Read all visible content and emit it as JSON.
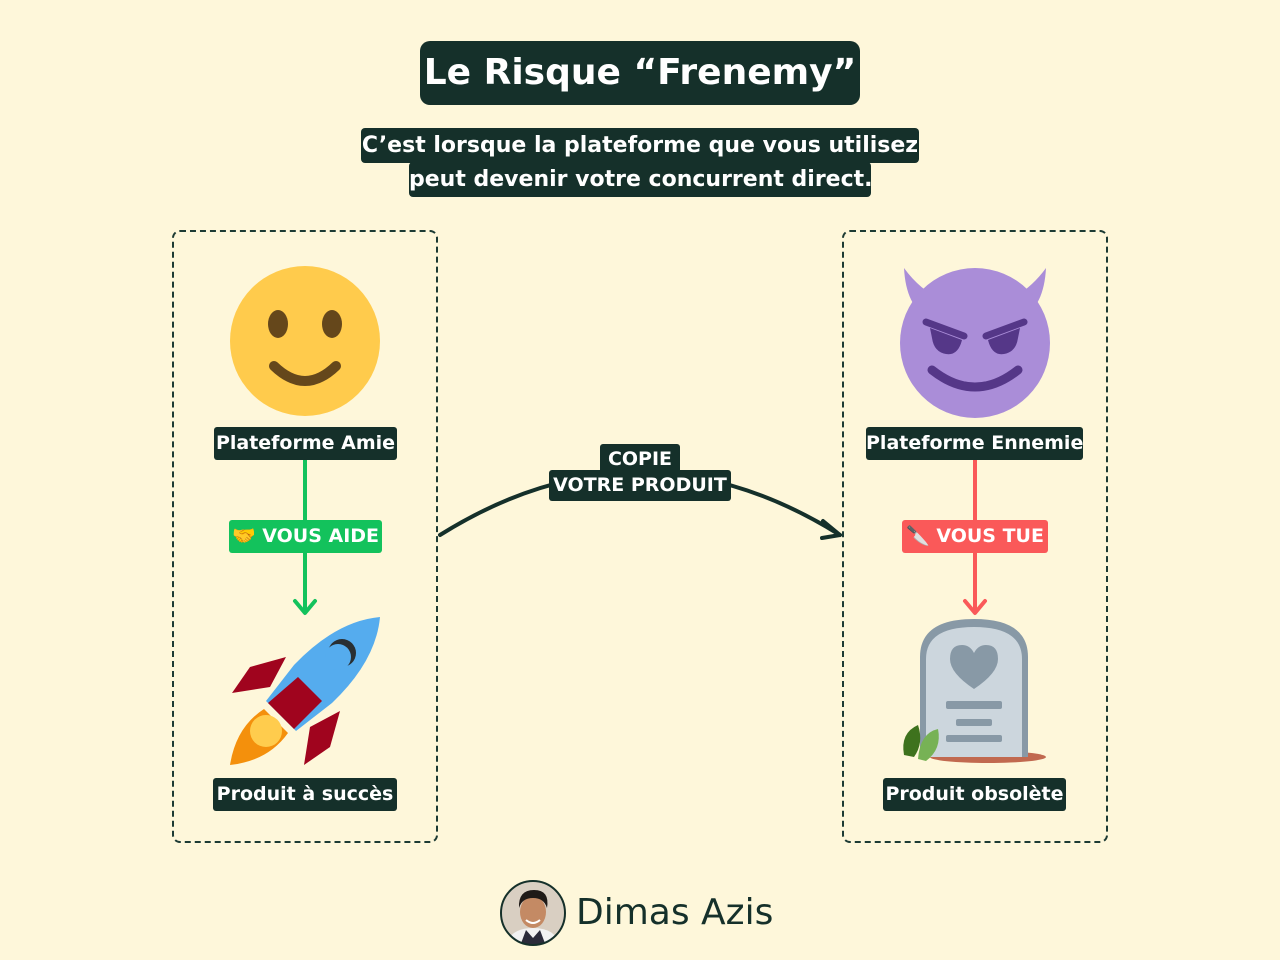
{
  "title": "Le Risque “Frenemy”",
  "subtitle": {
    "line1": "C’est lorsque la plateforme que vous utilisez",
    "line2": "peut devenir votre concurrent direct."
  },
  "left_panel": {
    "platform_label": "Plateforme Amie",
    "platform_icon": "smiling-face-icon",
    "action_emoji": "🤝",
    "action_label": "VOUS AIDE",
    "result_label": "Produit à succès",
    "result_icon": "rocket-icon",
    "color": "#13c25c"
  },
  "right_panel": {
    "platform_label": "Plateforme Ennemie",
    "platform_icon": "smiling-devil-icon",
    "action_emoji": "🔪",
    "action_label": "VOUS TUE",
    "result_label": "Produit obsolète",
    "result_icon": "headstone-icon",
    "color": "#fa5959"
  },
  "transition": {
    "line1": "COPIE",
    "line2": "VOTRE PRODUIT"
  },
  "author": {
    "name": "Dimas Azis"
  },
  "colors": {
    "background": "#fef7da",
    "dark": "#15302a"
  }
}
